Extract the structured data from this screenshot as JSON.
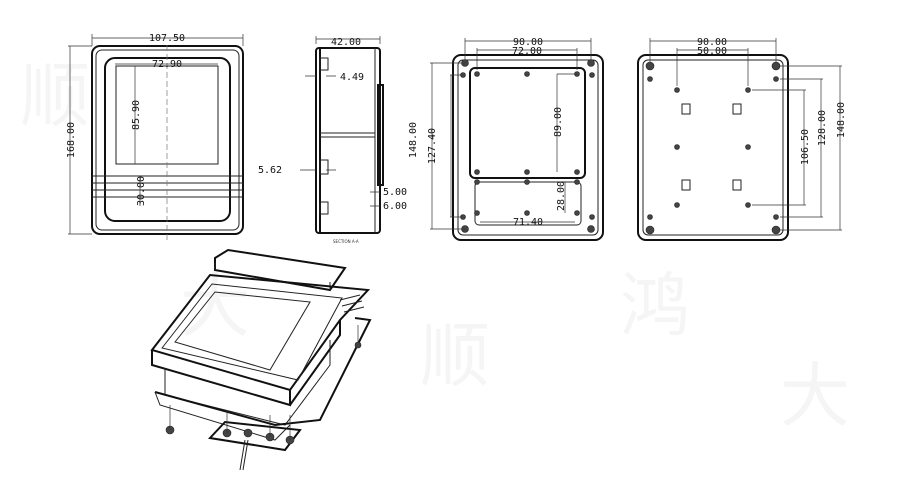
{
  "front_view": {
    "width": "107.50",
    "window_width": "72.90",
    "window_height": "85.90",
    "height": "168.00",
    "lower_band": "30.00"
  },
  "section_view": {
    "depth": "42.00",
    "wall_top": "4.49",
    "wall_mid": "5.62",
    "step_1": "5.00",
    "step_2": "6.00",
    "caption": "SECTION A-A"
  },
  "inner_view": {
    "outer_hole_spacing": "90.00",
    "inner_hole_spacing": "72.00",
    "outer_height": "148.00",
    "inner_height": "127.40",
    "plate_height": "89.00",
    "lower_height": "28.00",
    "lower_width": "71.40"
  },
  "rear_view": {
    "outer_hole_spacing": "90.00",
    "mount_spacing": "50.00",
    "mount_height": "106.50",
    "inner_height": "128.00",
    "outer_height": "148.00"
  }
}
